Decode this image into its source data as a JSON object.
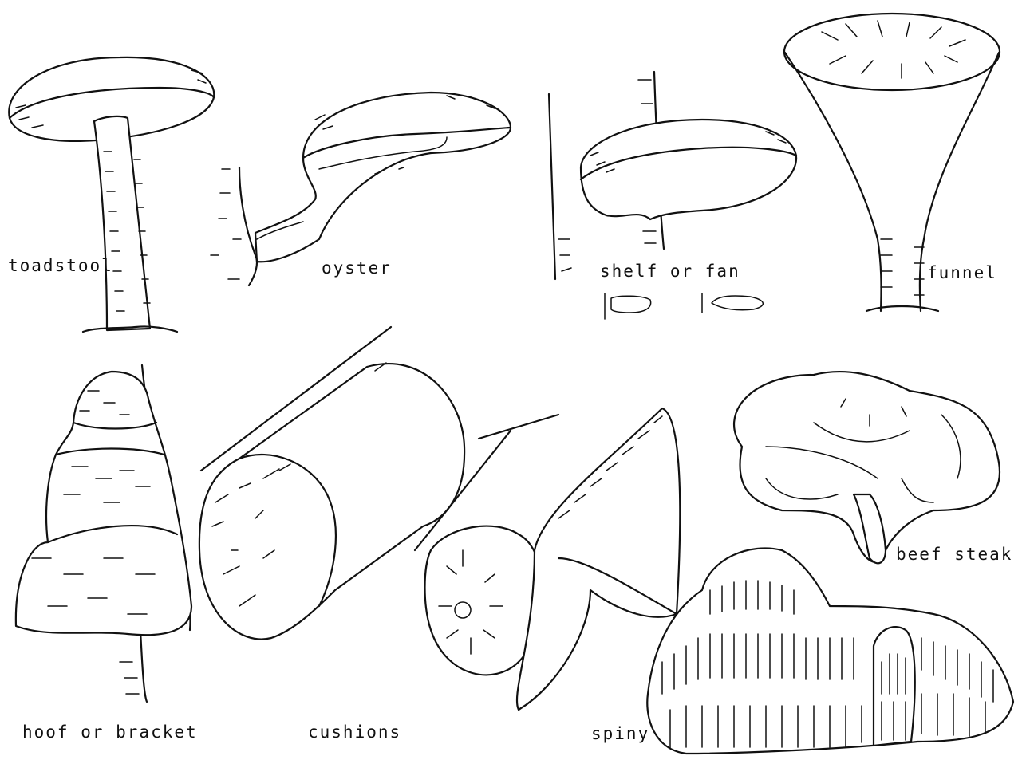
{
  "figure": {
    "labels": {
      "toadstool": "toadstool",
      "oyster": "oyster",
      "shelf": "shelf or fan",
      "funnel": "funnel",
      "hoof": "hoof or bracket",
      "cushions": "cushions",
      "spiny": "spiny",
      "beef_steak": "beef steak"
    }
  },
  "colors": {
    "ink": "#111111",
    "paper": "#ffffff"
  }
}
